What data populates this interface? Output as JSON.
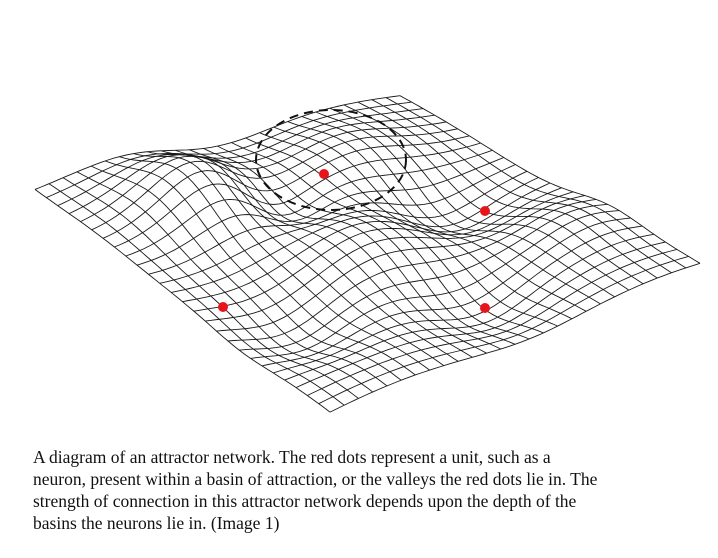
{
  "figure": {
    "description_colors": {
      "mesh": "#1a1a1a",
      "dot": "#e8141b",
      "circle": "#111111"
    }
  },
  "caption": {
    "lines": [
      "A diagram of an attractor network. The red dots represent a unit, such as a",
      "neuron, present within a basin of attraction, or the valleys the red dots lie in. The",
      "strength of connection in this attractor network depends upon the depth of the",
      "basins the neurons lie in. (Image 1)"
    ]
  }
}
